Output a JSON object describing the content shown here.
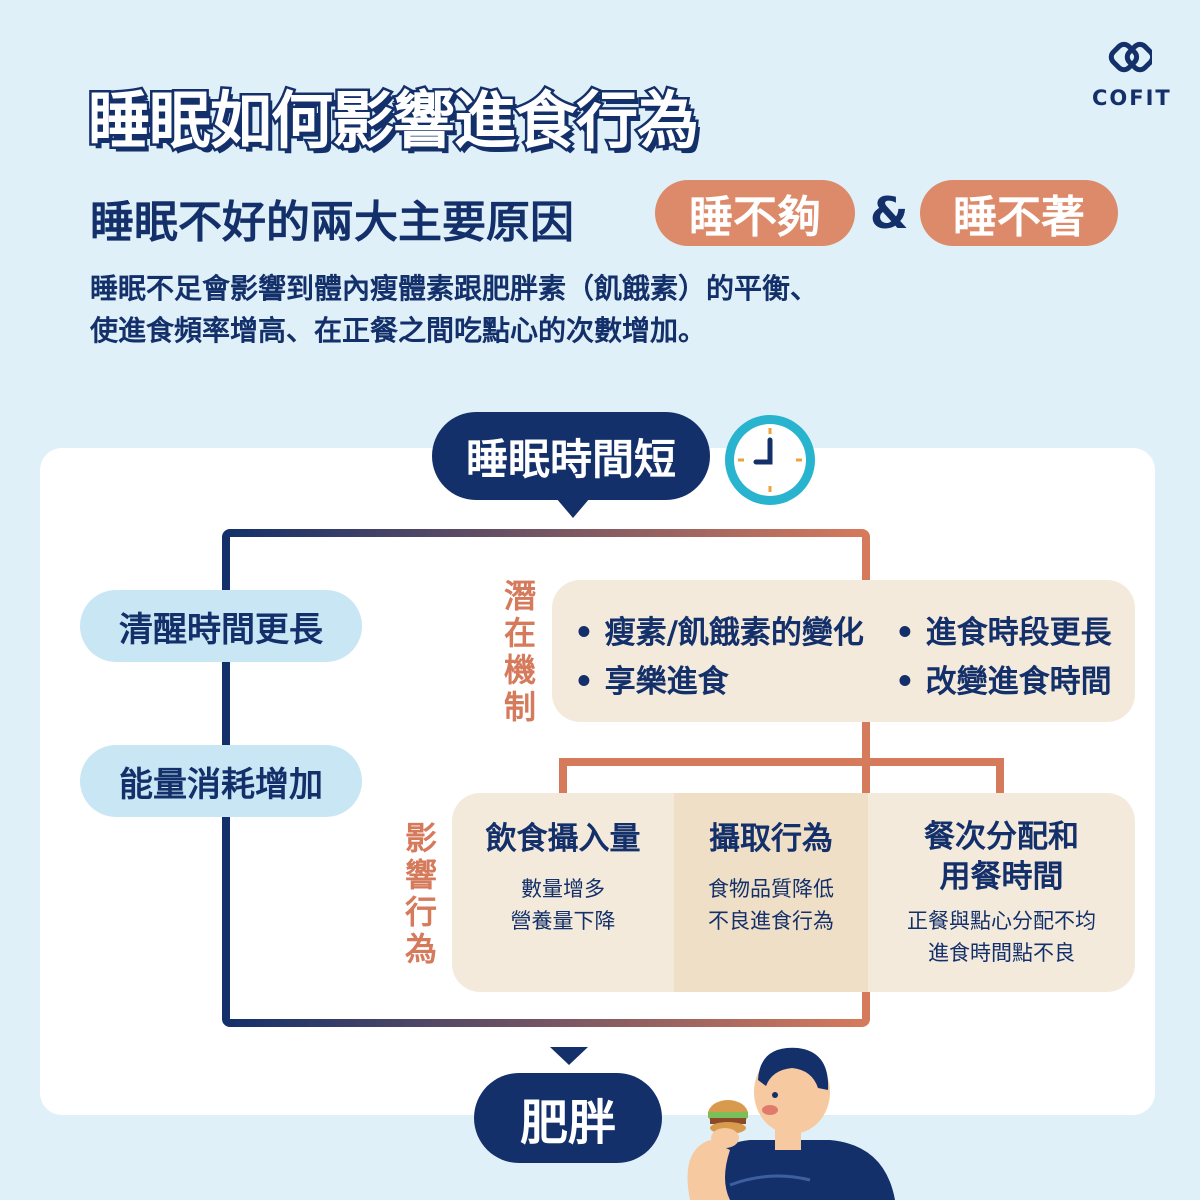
{
  "brand": {
    "name": "COFIT"
  },
  "title": "睡眠如何影響進食行為",
  "subtitle": {
    "text": "睡眠不好的兩大主要原因",
    "reason1": "睡不夠",
    "amp": "&",
    "reason2": "睡不著"
  },
  "paragraph": {
    "line1": "睡眠不足會影響到體內瘦體素跟肥胖素（飢餓素）的平衡、",
    "line2": "使進食頻率增高、在正餐之間吃點心的次數增加。"
  },
  "diagram": {
    "top": "睡眠時間短",
    "left_items": [
      "清醒時間更長",
      "能量消耗增加"
    ],
    "mechanism_label": "潛在機制",
    "mechanisms": [
      "• 瘦素/飢餓素的變化",
      "• 進食時段更長",
      "• 享樂進食",
      "• 改變進食時間"
    ],
    "behavior_label": "影響行為",
    "behaviors": [
      {
        "title": "飲食攝入量",
        "lines": [
          "數量增多",
          "營養量下降"
        ]
      },
      {
        "title": "攝取行為",
        "lines": [
          "食物品質降低",
          "不良進食行為"
        ]
      },
      {
        "title": "餐次分配和用餐時間",
        "title_lines": [
          "餐次分配和",
          "用餐時間"
        ],
        "lines": [
          "正餐與點心分配不均",
          "進食時間點不良"
        ]
      }
    ],
    "result": "肥胖"
  },
  "colors": {
    "navy": "#14306a",
    "orange": "#dc8a6a",
    "background": "#dff0f8",
    "beige": "#f3eadb",
    "light_blue": "#c9e6f5"
  },
  "icons": [
    "cofit-logo-icon",
    "clock-icon",
    "man-eating-burger-illustration"
  ]
}
